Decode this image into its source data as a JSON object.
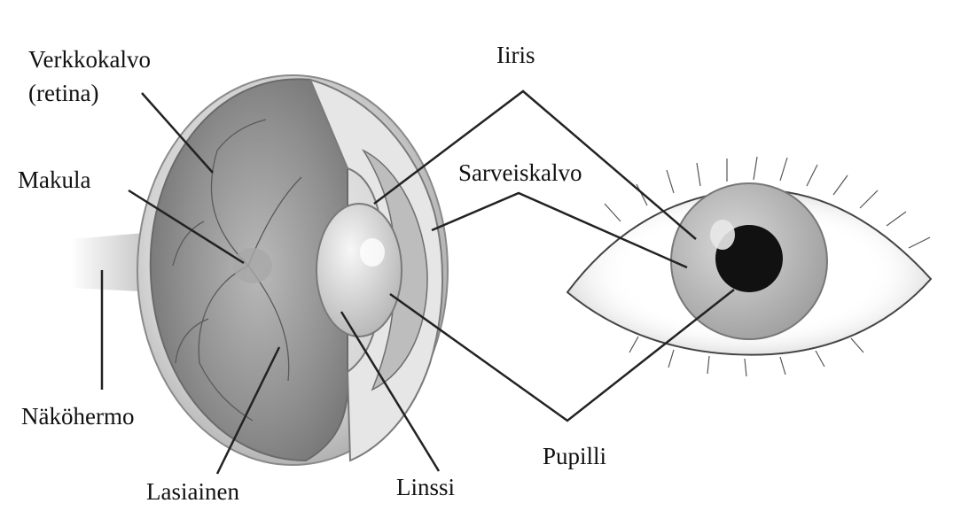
{
  "labels": {
    "verkkokalvo": "Verkkokalvo",
    "retina": "(retina)",
    "makula": "Makula",
    "nakohermo": "Näköhermo",
    "lasiainen": "Lasiainen",
    "linssi": "Linssi",
    "pupilli": "Pupilli",
    "sarveiskalvo": "Sarveiskalvo",
    "iiris": "Iiris"
  },
  "colors": {
    "leader_line": "#222222",
    "sclera": "#d9d9d9",
    "vitreous": "#9a9a9a",
    "pupil": "#111111"
  }
}
